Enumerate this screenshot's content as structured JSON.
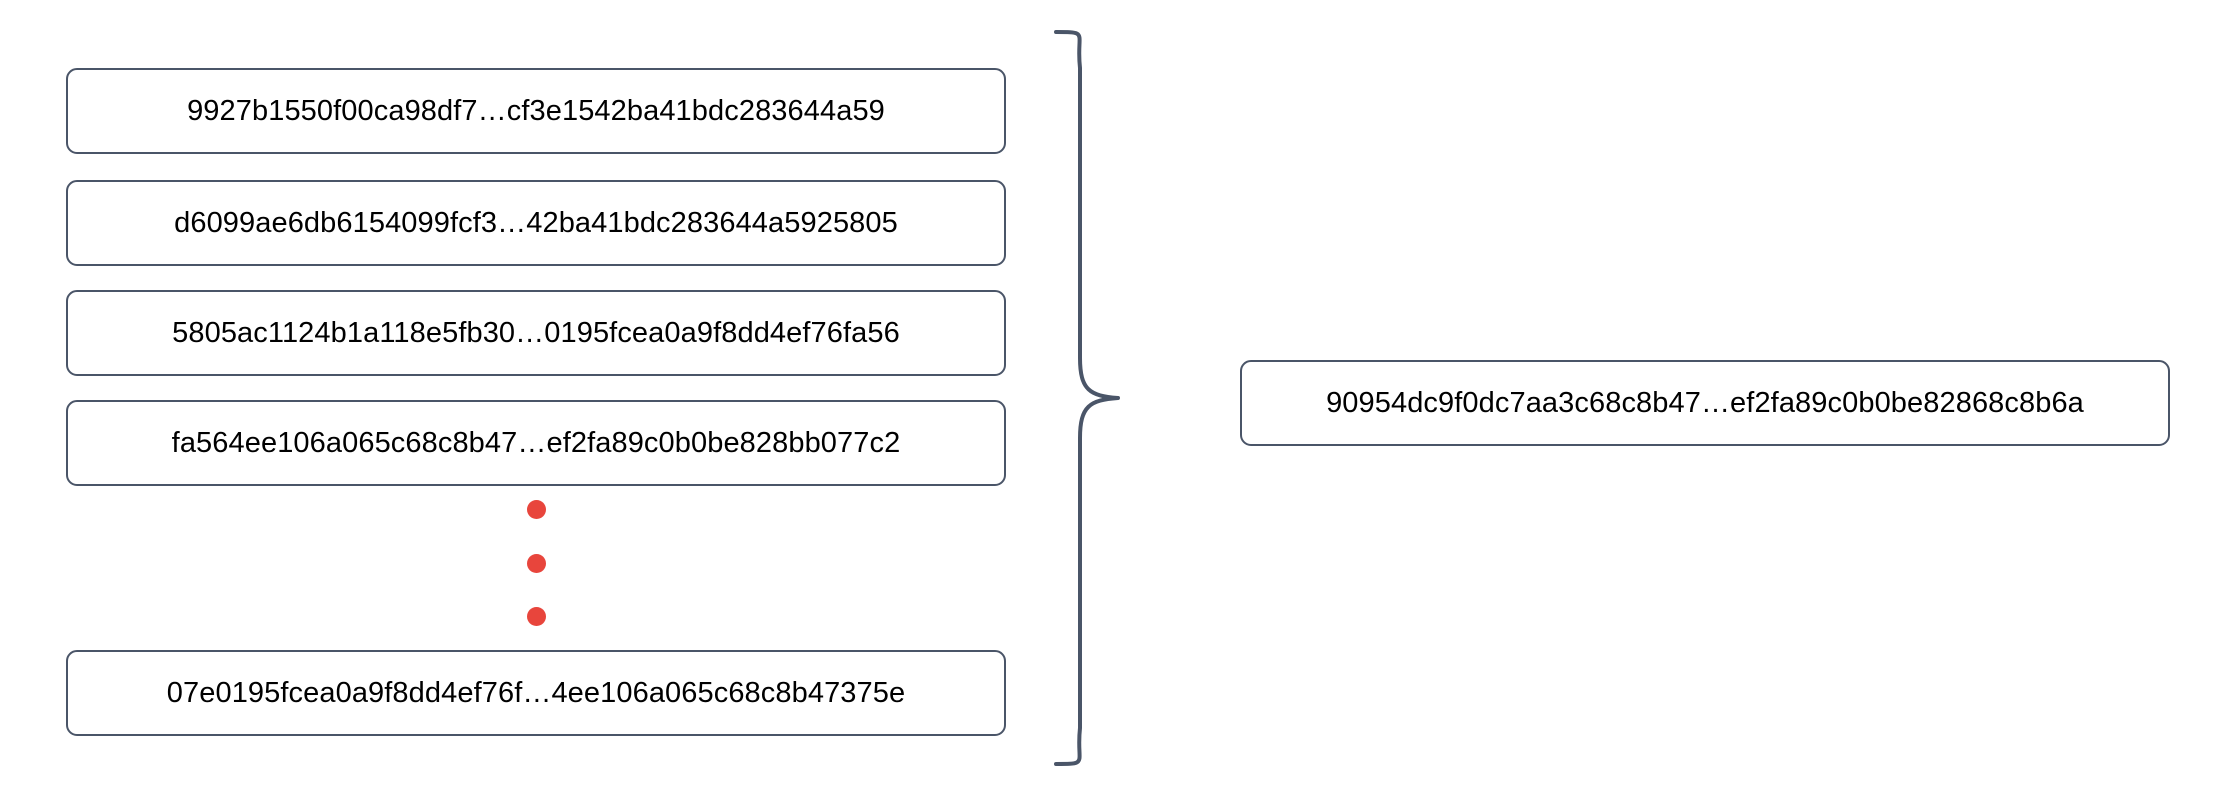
{
  "diagram": {
    "type": "hash-aggregation",
    "inputs": [
      {
        "label": "9927b1550f00ca98df7…cf3e1542ba41bdc283644a59"
      },
      {
        "label": "d6099ae6db6154099fcf3…42ba41bdc283644a5925805"
      },
      {
        "label": "5805ac1124b1a118e5fb30…0195fcea0a9f8dd4ef76fa56"
      },
      {
        "label": "fa564ee106a065c68c8b47…ef2fa89c0b0be828bb077c2"
      },
      {
        "label": "07e0195fcea0a9f8dd4ef76f…4ee106a065c68c8b47375e"
      }
    ],
    "ellipsis": {
      "name": "vertical-ellipsis",
      "dot_count": 3,
      "color": "#e8453c"
    },
    "brace": {
      "name": "curly-brace",
      "orientation": "right-pointing",
      "color": "#4a5568"
    },
    "output": {
      "label": "90954dc9f0dc7aa3c68c8b47…ef2fa89c0b0be82868c8b6a"
    },
    "colors": {
      "box_border": "#4a5568",
      "box_fill": "#ffffff",
      "text": "#000000",
      "accent": "#e8453c",
      "background": "#ffffff"
    }
  }
}
